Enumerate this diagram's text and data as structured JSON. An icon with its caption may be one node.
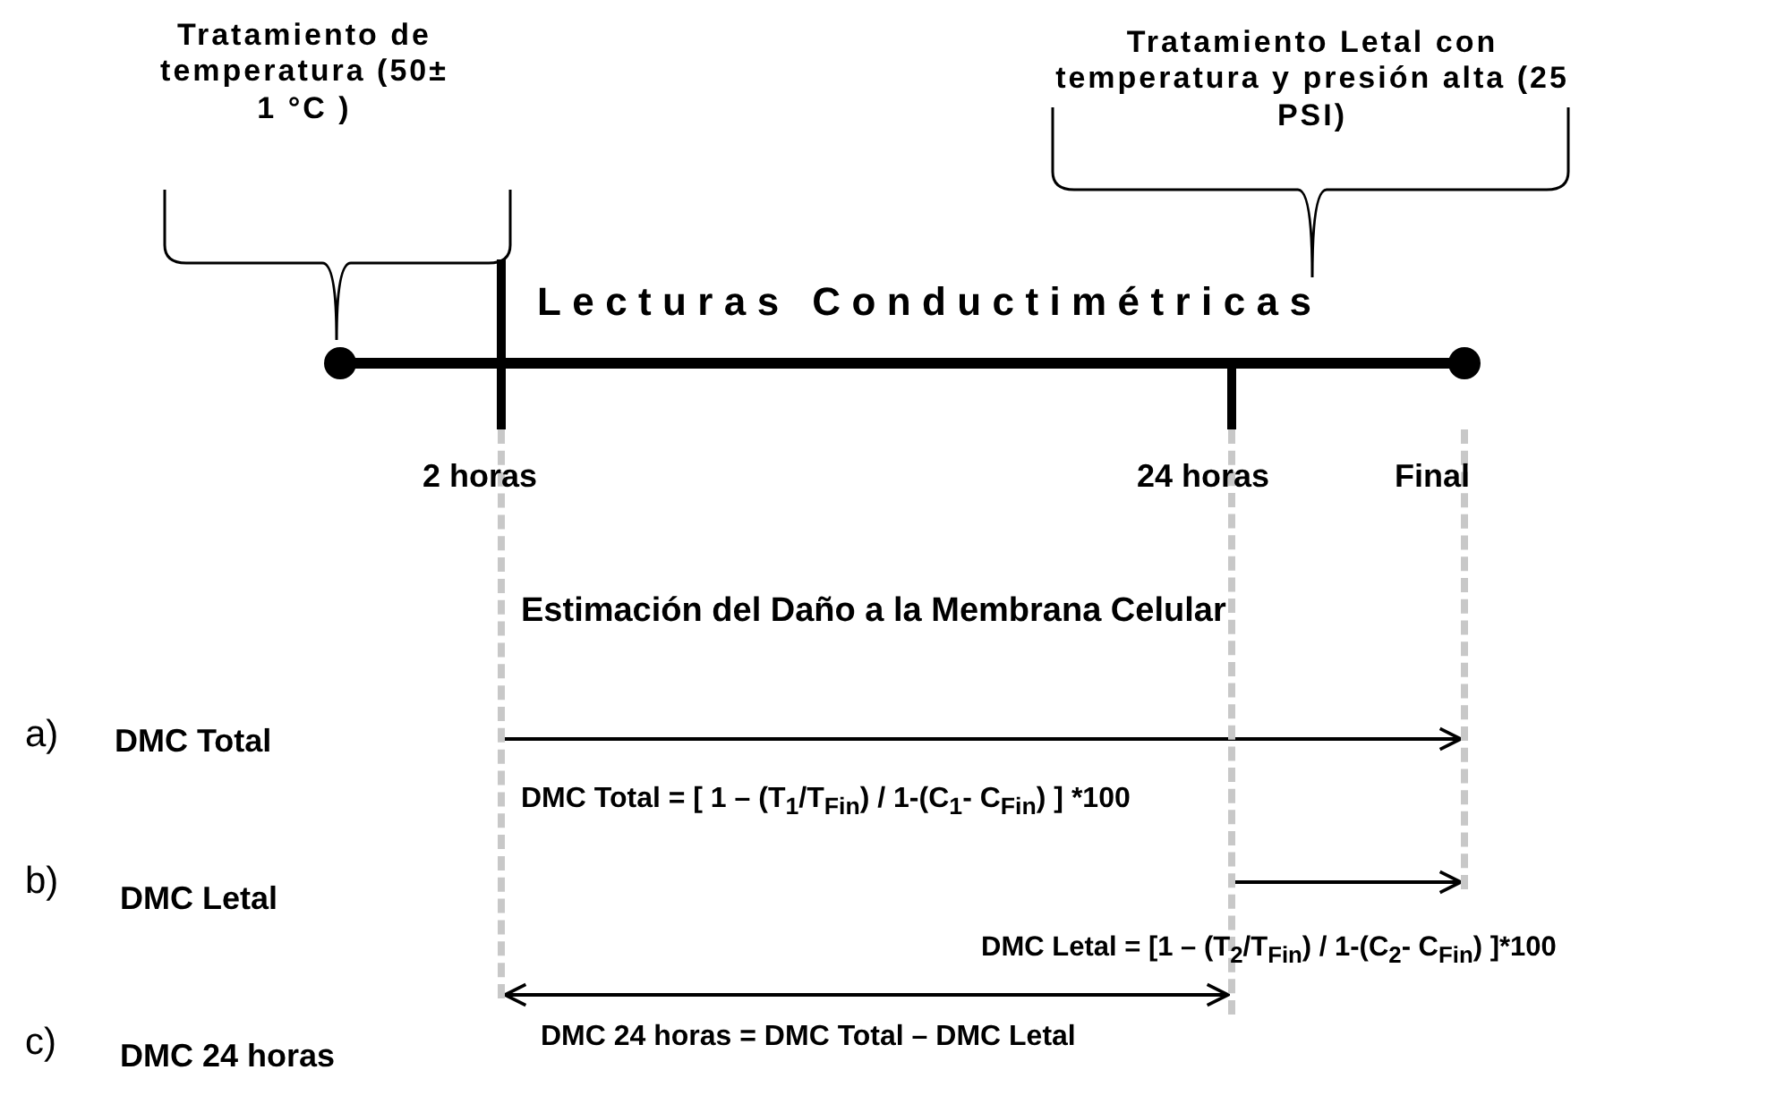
{
  "diagram": {
    "nodes": [
      {
        "text": [],
        "shape": "bar"
      },
      {
        "text": [],
        "shape": "bar"
      },
      {
        "text": [],
        "shape": "bar"
      }
    ],
    "edges": [
      {
        "from": 0,
        "to": 2,
        "arrow": "to"
      },
      {
        "from": 1,
        "to": 2,
        "arrow": "to"
      },
      {
        "from": 0,
        "to": 1,
        "arrow": "both"
      }
    ],
    "labels": [
      "Tratamiento de temperatura (50± 1 °C )",
      "Tratamiento Letal con temperatura y presión alta (25 PSI)",
      "Lecturas Conductimétricas",
      "2 horas",
      "24 horas",
      "Final",
      "Estimación del Daño  a la Membrana Celular",
      "a)",
      "DMC Total",
      "DMC  Total = [ 1 – (T$_{1}$/T$_{Fin}$) / 1-(C$_{1}$- C$_{Fin}$) ] *100",
      "b)",
      "DMC Letal",
      "DMC  Letal = [1 – (T$_{2}$/T$_{Fin}$) / 1-(C$_{2}$- C$_{Fin}$) ]*100",
      "c)",
      "DMC 24 horas",
      "DMC 24 horas  =  DMC  Total – DMC Letal"
    ]
  }
}
